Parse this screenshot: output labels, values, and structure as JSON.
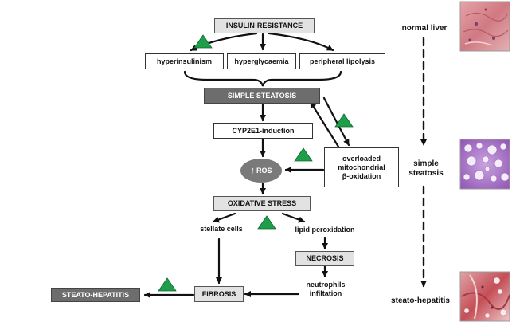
{
  "nodes": {
    "insulin_resistance": "INSULIN-RESISTANCE",
    "hyperinsulinism": "hyperinsulinism",
    "hyperglycaemia": "hyperglycaemia",
    "peripheral_lipolysis": "peripheral lipolysis",
    "simple_steatosis": "SIMPLE STEATOSIS",
    "cyp2e1_induction": "CYP2E1-induction",
    "ros": "ROS",
    "overloaded_beta_oxidation": "overloaded\nmitochondrial\nβ-oxidation",
    "oxidative_stress": "OXIDATIVE STRESS",
    "stellate_cells": "stellate cells",
    "lipid_peroxidation": "lipid peroxidation",
    "necrosis": "NECROSIS",
    "neutrophils_infiltation": "neutrophils\ninfiltation",
    "fibrosis": "FIBROSIS",
    "steato_hepatitis": "STEATO-HEPATITIS"
  },
  "stages": {
    "normal_liver": "normal liver",
    "simple_steatosis": "simple\nsteatosis",
    "steato_hepatitis": "steato-hepatitis"
  },
  "colors": {
    "triangle": "#1f9e4a",
    "arrow": "#111111",
    "dark_box": "#6d6d6d",
    "light_box": "#e2e2e2",
    "normal_liver_tissue": "#d98c93",
    "steatosis_tissue": "#a06bc0",
    "steatohepatitis_tissue": "#c8585e"
  }
}
